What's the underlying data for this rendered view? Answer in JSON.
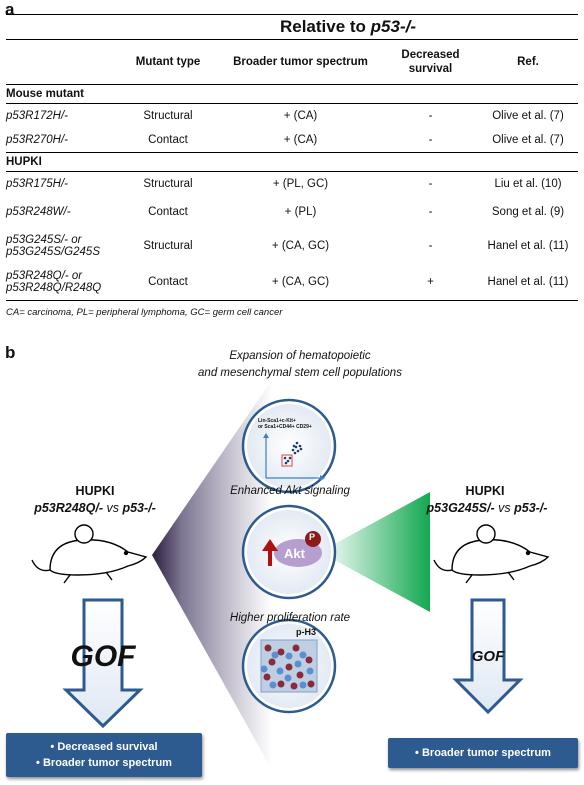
{
  "panel_a_letter": "a",
  "panel_b_letter": "b",
  "table": {
    "relative_prefix": "Relative to ",
    "relative_italic": "p53-/-",
    "columns": {
      "mutant_type": "Mutant type",
      "broader": "Broader tumor spectrum",
      "survival_l1": "Decreased",
      "survival_l2": "survival",
      "ref": "Ref."
    },
    "section_mouse": "Mouse mutant",
    "section_hupki": "HUPKI",
    "rows": [
      {
        "mutant": "p53R172H/-",
        "type": "Structural",
        "broader": "+ (CA)",
        "survival": "-",
        "ref": "Olive et al. (7)"
      },
      {
        "mutant": "p53R270H/-",
        "type": "Contact",
        "broader": "+ (CA)",
        "survival": "-",
        "ref": "Olive et al. (7)"
      },
      {
        "mutant": "p53R175H/-",
        "type": "Structural",
        "broader": "+ (PL, GC)",
        "survival": "-",
        "ref": "Liu et al. (10)"
      },
      {
        "mutant": "p53R248W/-",
        "type": "Contact",
        "broader": "+ (PL)",
        "survival": "-",
        "ref": "Song et al. (9)"
      },
      {
        "mutant_l1": "p53G245S/- or",
        "mutant_l2": "p53G245S/G245S",
        "type": "Structural",
        "broader": "+ (CA, GC)",
        "survival": "-",
        "ref": "Hanel et al. (11)"
      },
      {
        "mutant_l1": "p53R248Q/- or",
        "mutant_l2": "p53R248Q/R248Q",
        "type": "Contact",
        "broader": "+ (CA, GC)",
        "survival": "+",
        "ref": "Hanel et al. (11)"
      }
    ],
    "footnote": "CA= carcinoma, PL= peripheral lymphoma, GC= germ cell cancer"
  },
  "panel_b": {
    "expansion_l1": "Expansion of hematopoietic",
    "expansion_l2": "and mesenchymal stem cell populations",
    "flow_label_l1": "Lin-Sca1+c-Kit+",
    "flow_label_l2": "or Sca1+CD44+ CD29+",
    "akt_title": "Enhanced Akt signaling",
    "akt_label": "Akt",
    "phospho_label": "P",
    "prolif_title": "Higher proliferation rate",
    "ph3_label": "p-H3",
    "left": {
      "title": "HUPKI",
      "subtitle_part1": "p53R248Q/-",
      "subtitle_vs": "vs",
      "subtitle_part2": "p53-/-",
      "gof": "GOF",
      "bullet1": "Decreased survival",
      "bullet2": "Broader tumor spectrum"
    },
    "right": {
      "title": "HUPKI",
      "subtitle_part1": "p53G245S/-",
      "subtitle_vs": "vs",
      "subtitle_part2": "p53-/-",
      "gof": "GOF",
      "bullet1": "Broader tumor spectrum"
    },
    "colors": {
      "box": "#2d5a8f",
      "arrow": "#2d5a8f",
      "cone_dark": "#3a2a4a",
      "green": "#1aaa55",
      "akt_oval": "#b69fcf",
      "phospho": "#8b1a1a",
      "red_arrow": "#b01010"
    }
  }
}
